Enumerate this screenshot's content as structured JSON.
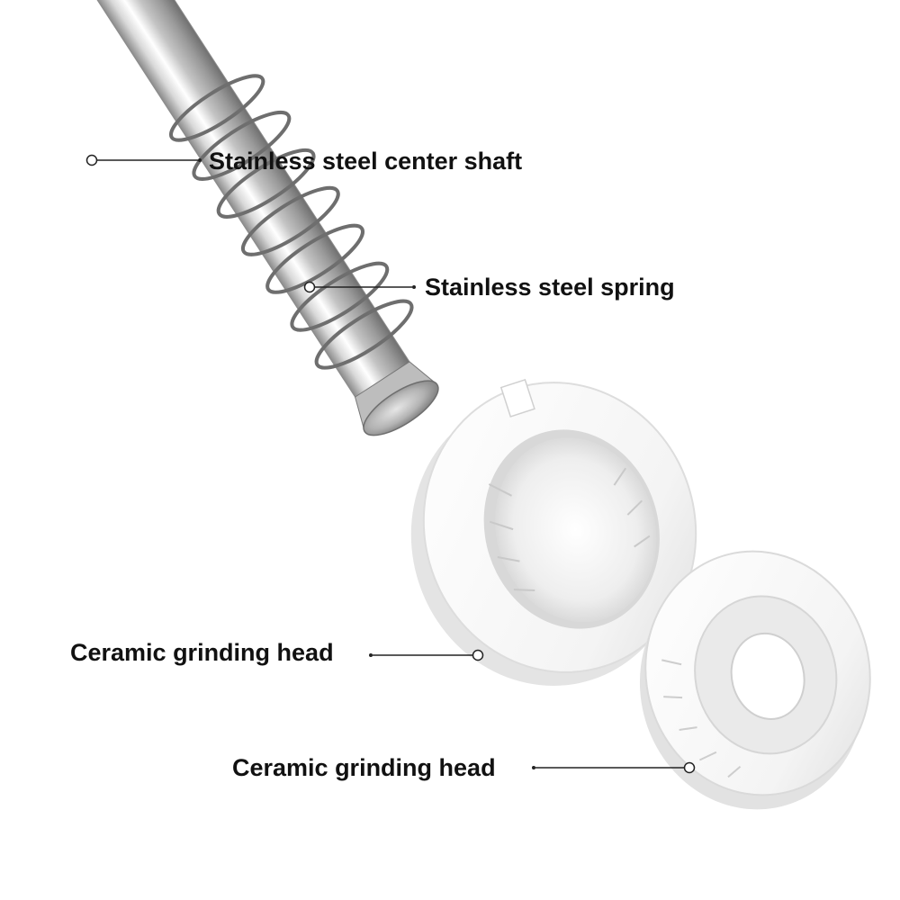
{
  "diagram": {
    "labels": {
      "shaft": "Stainless steel center shaft",
      "spring": "Stainless steel spring",
      "ceramic_head_outer": "Ceramic grinding head",
      "ceramic_head_inner": "Ceramic grinding head"
    },
    "colors": {
      "steel_light": "#f2f2f2",
      "steel_mid": "#b9b9b9",
      "steel_dark": "#7d7d7d",
      "spring_wire": "#6e6e6e",
      "ceramic": "#ffffff",
      "ceramic_shade": "#dcdcdc",
      "callout_line": "#222222",
      "label_text": "#111111"
    }
  }
}
